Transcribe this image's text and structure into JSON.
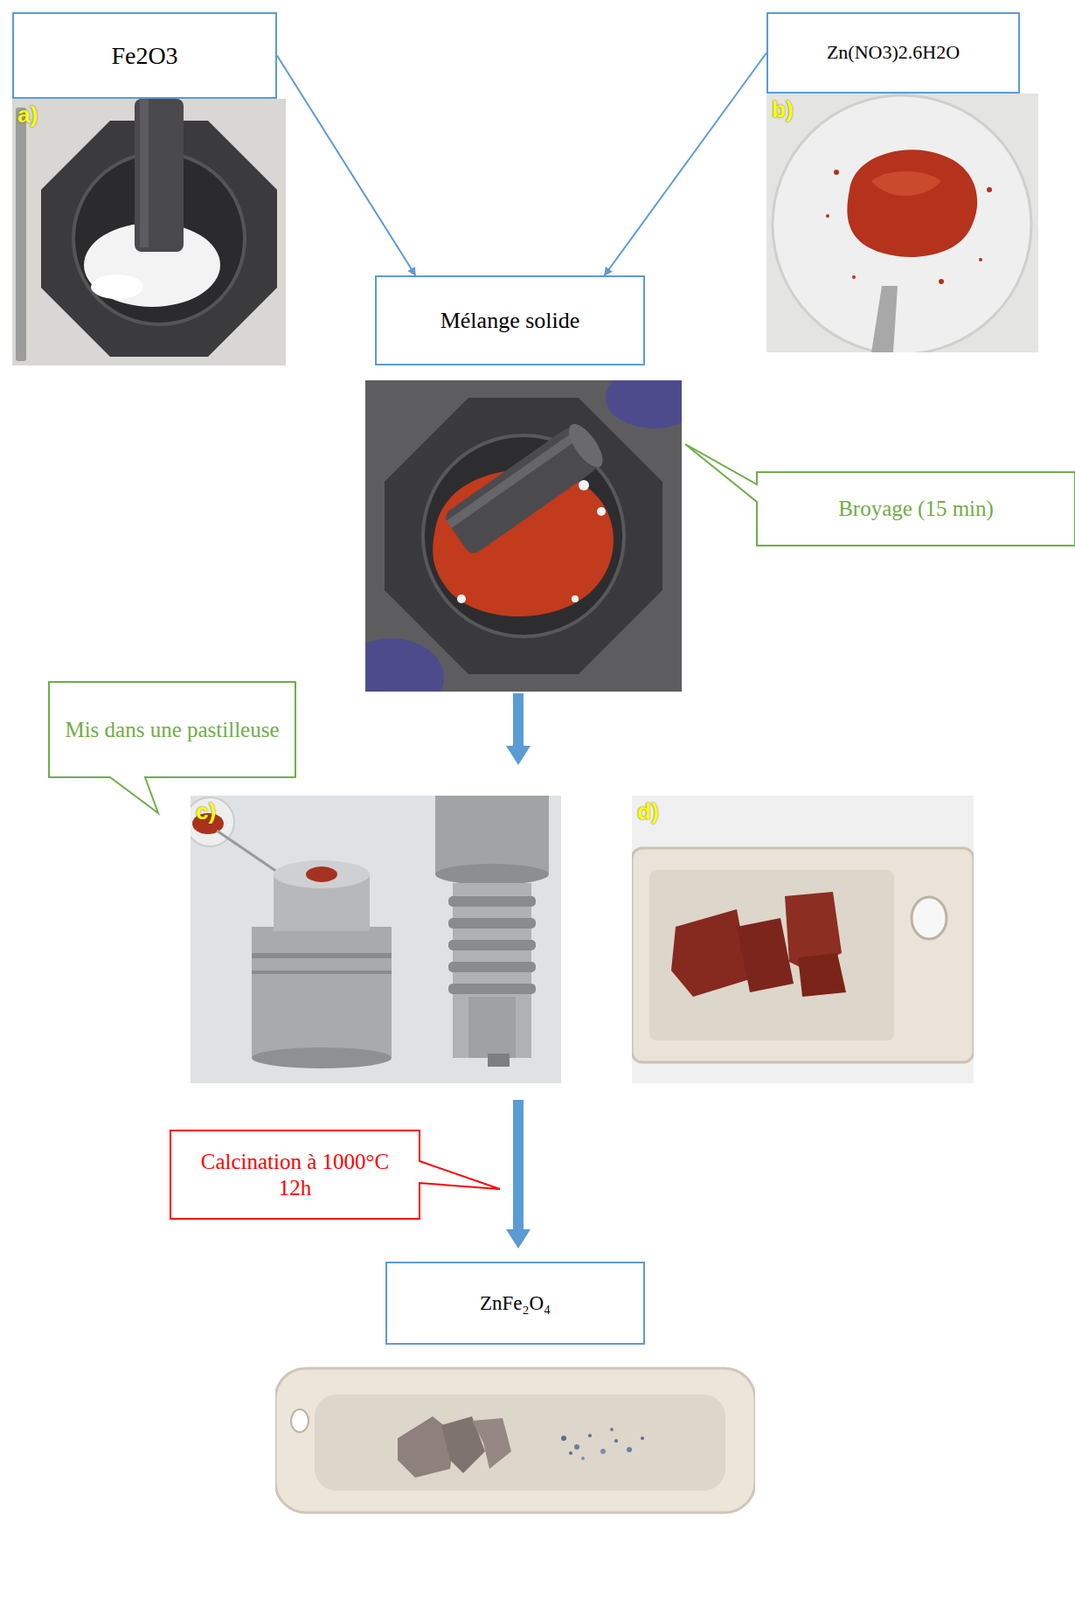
{
  "diagram": {
    "nodes": [
      {
        "text": [
          "Fe2O3"
        ]
      },
      {
        "text": [
          "Zn(NO3)2.6H2O"
        ]
      },
      {
        "text": [
          "Mélange solide"
        ]
      },
      {
        "text": [
          "Broyage (15 min)"
        ]
      },
      {
        "text": [
          "Mis dans une pastilleuse"
        ]
      },
      {
        "text": [
          "Calcination à 1000°C 12h"
        ]
      },
      {
        "text": [
          "ZnFe₂O₄"
        ]
      }
    ],
    "edges": [
      {
        "from": 0,
        "to": 2,
        "arrow": "to"
      },
      {
        "from": 1,
        "to": 2,
        "arrow": "to"
      }
    ],
    "labels": [
      "a)",
      "b)",
      "c)",
      "d)"
    ]
  }
}
